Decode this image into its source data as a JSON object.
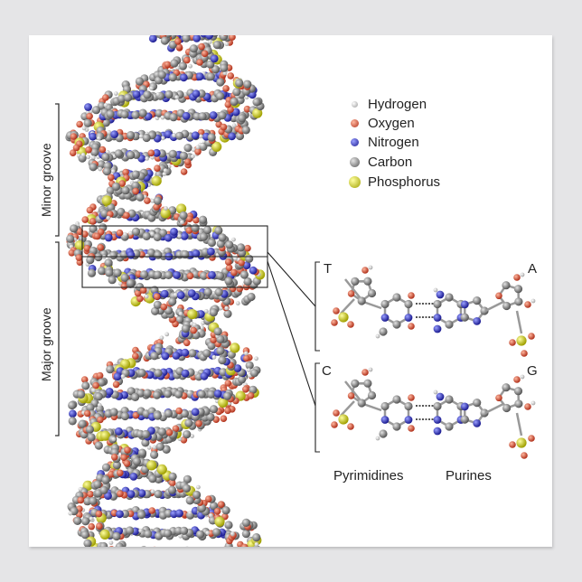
{
  "legend": [
    {
      "label": "Hydrogen",
      "color": "#e0e0e0"
    },
    {
      "label": "Oxygen",
      "color": "#e05a3a"
    },
    {
      "label": "Nitrogen",
      "color": "#3030c0"
    },
    {
      "label": "Carbon",
      "color": "#7a7a7a"
    },
    {
      "label": "Phosphorus",
      "color": "#d8d020"
    }
  ],
  "grooves": {
    "minor": "Minor groove",
    "major": "Major groove"
  },
  "pairs": {
    "top_left": "T",
    "top_right": "A",
    "bottom_left": "C",
    "bottom_right": "G"
  },
  "classes": {
    "left": "Pyrimidines",
    "right": "Purines"
  }
}
